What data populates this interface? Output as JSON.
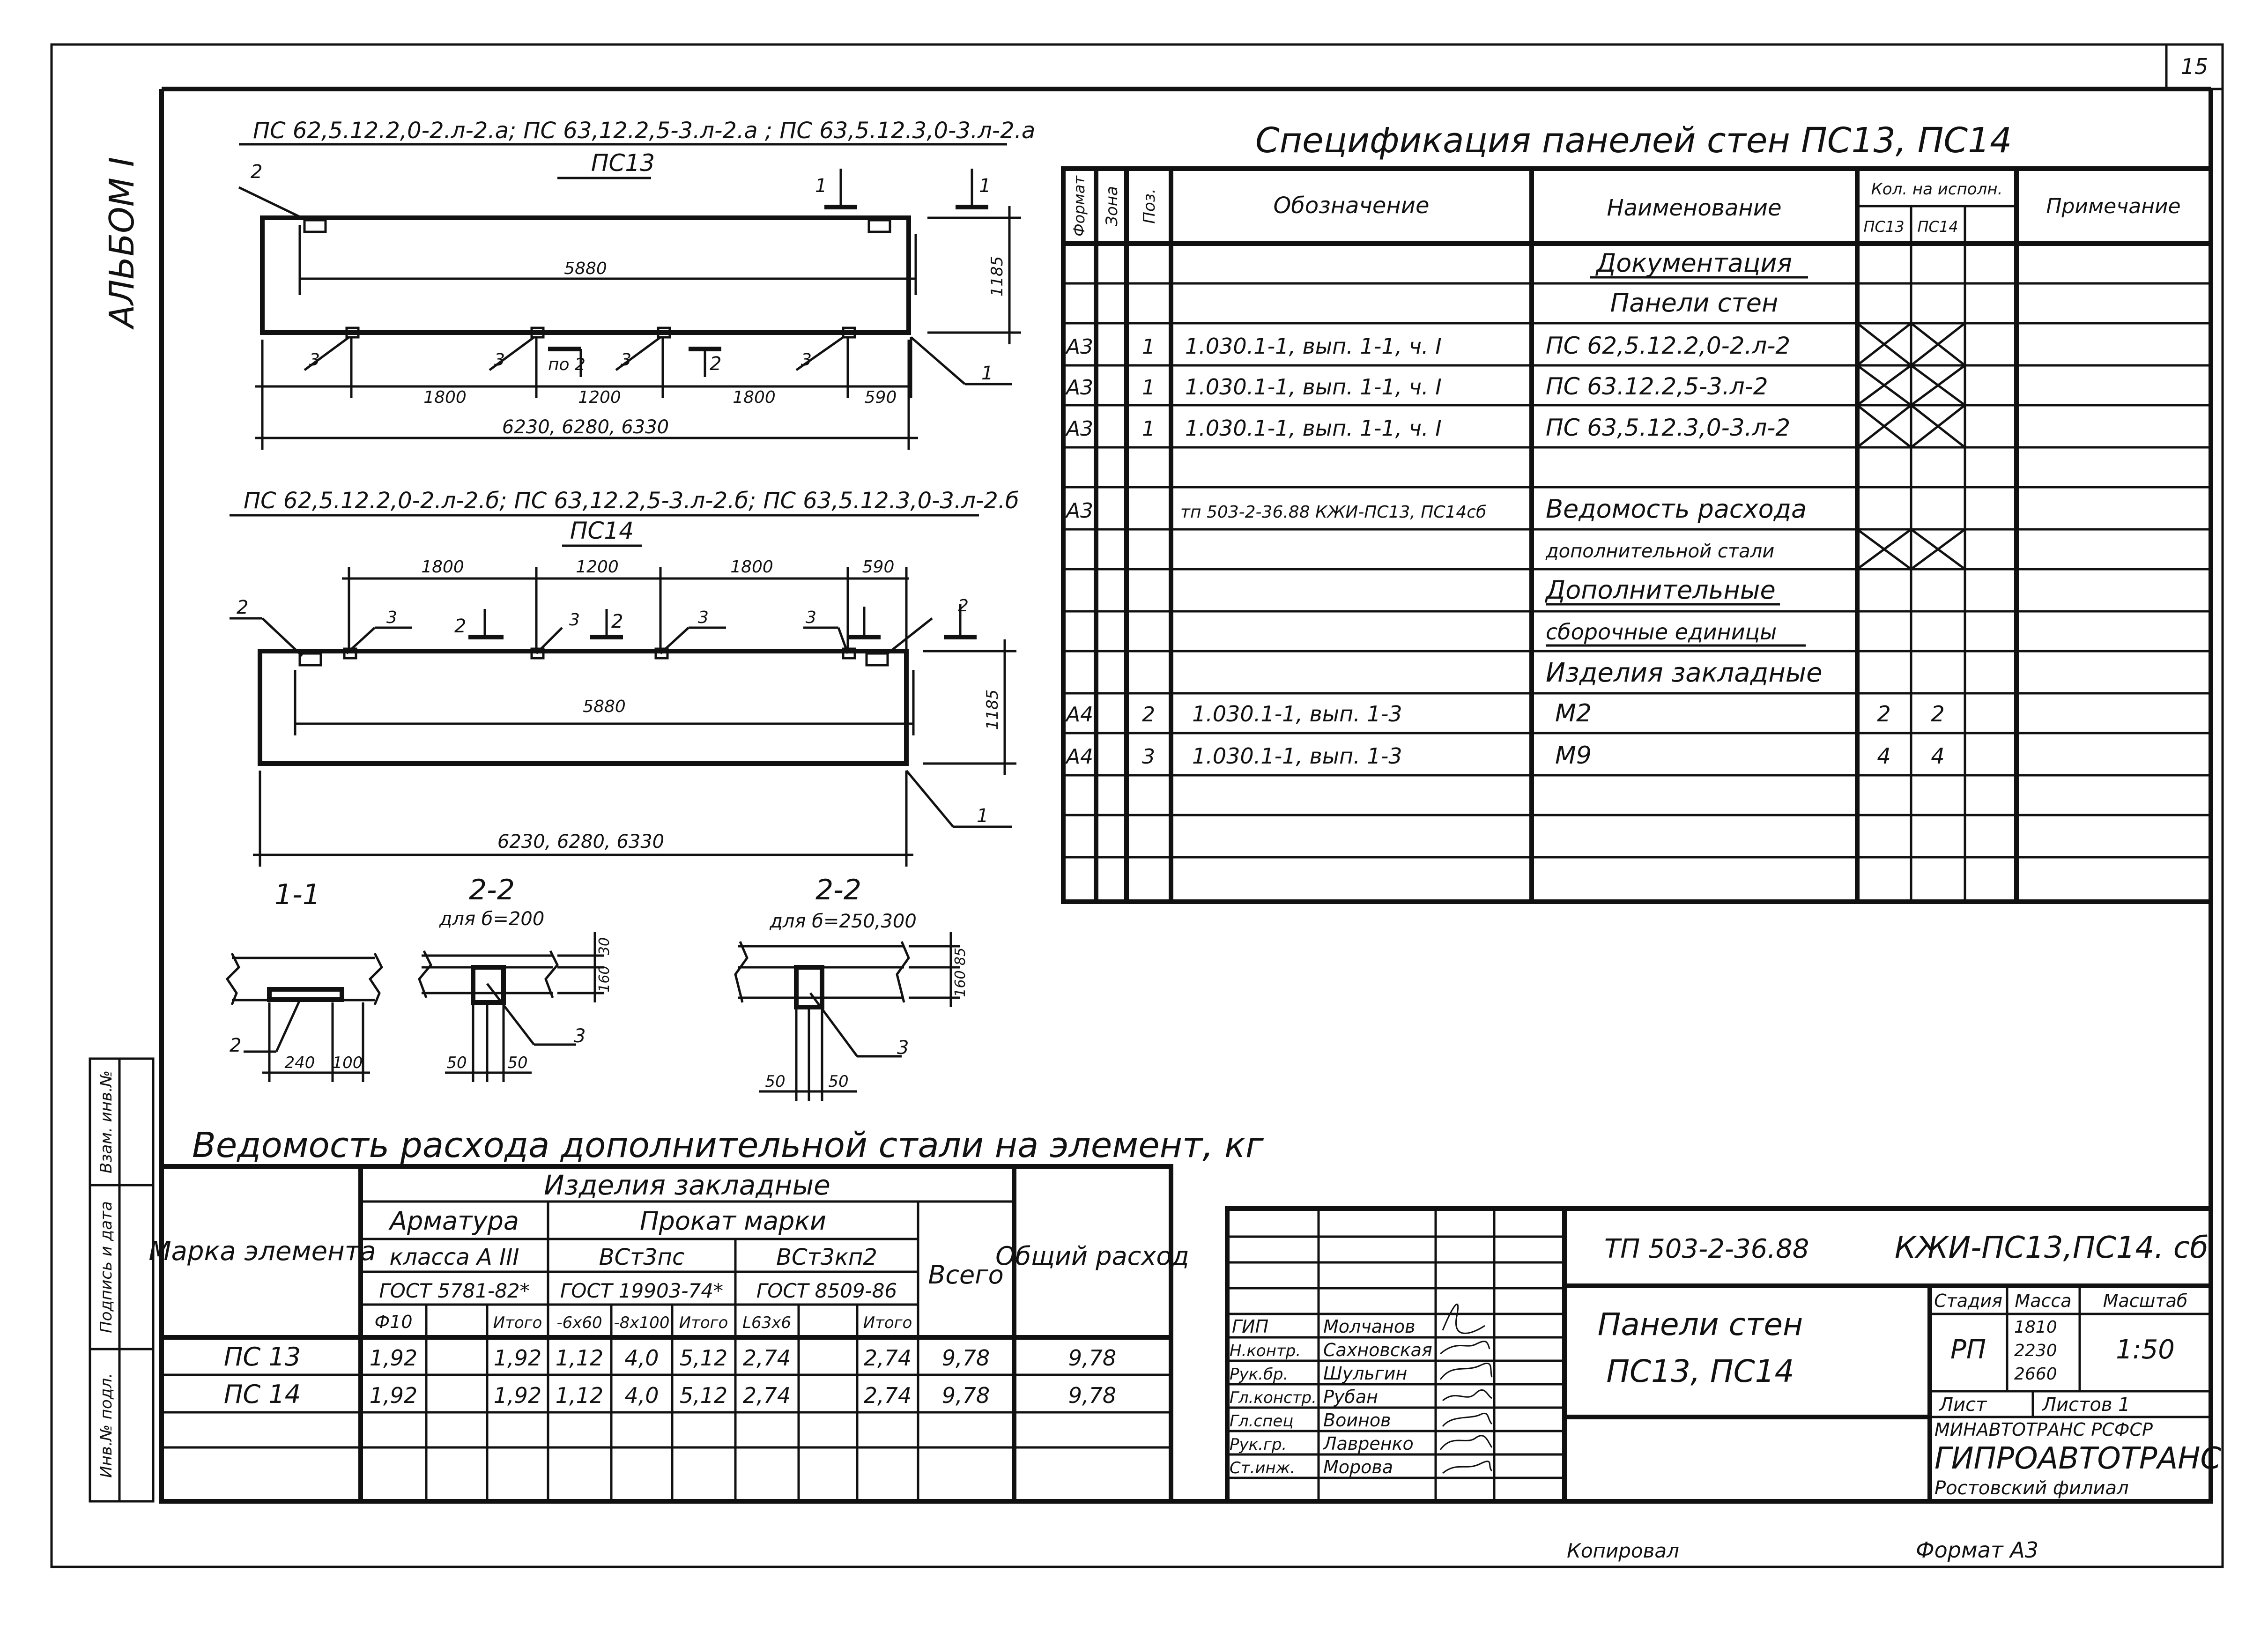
{
  "sheet": {
    "number": "15",
    "format": "Формат А3",
    "copied": "Копировал"
  },
  "album": "АЛЬБОМ I",
  "side_labels": [
    "Инв.№ подл.",
    "Подпись и дата",
    "Взам. инв.№"
  ],
  "ps13": {
    "header": "ПС 62,5.12.2,0-2.л-2.а; ПС 63,12.2,5-3.л-2.а ; ПС 63,5.12.3,0-3.л-2.а",
    "name": "ПС13",
    "dim_inner": "5880",
    "dim_height": "1185",
    "dims_bottom": [
      "1800",
      "1200",
      "1800",
      "590"
    ],
    "dim_total": "6230, 6280, 6330",
    "mark_labels": [
      "2",
      "3",
      "3",
      "3",
      "3",
      "1",
      "по 2",
      "2",
      "1",
      "1"
    ]
  },
  "ps14": {
    "header": "ПС 62,5.12.2,0-2.л-2.б; ПС 63,12.2,5-3.л-2.б; ПС 63,5.12.3,0-3.л-2.б",
    "name": "ПС14",
    "dims_top": [
      "1800",
      "1200",
      "1800",
      "590"
    ],
    "dim_inner": "5880",
    "dim_height": "1185",
    "dim_total": "6230, 6280, 6330",
    "mark_labels": [
      "2",
      "3",
      "2",
      "3",
      "2",
      "3",
      "3",
      "2",
      "1"
    ]
  },
  "sections": {
    "s11": {
      "title": "1-1",
      "dims": [
        "240",
        "100"
      ],
      "callout": "2"
    },
    "s22a": {
      "title": "2-2",
      "sub": "для б=200",
      "dims": [
        "50",
        "50",
        "30",
        "160"
      ],
      "callout": "3"
    },
    "s22b": {
      "title": "2-2",
      "sub": "для б=250,300",
      "dims": [
        "50",
        "50",
        "85",
        "160"
      ],
      "callout": "3"
    }
  },
  "spec": {
    "title": "Спецификация панелей стен ПС13, ПС14",
    "headers": {
      "format": "Формат",
      "zone": "Зона",
      "pos": "Поз.",
      "designation": "Обозначение",
      "name": "Наименование",
      "qty": "Кол. на исполн.",
      "qty_a": "ПС13",
      "qty_b": "ПС14",
      "note": "Примечание"
    },
    "rows": [
      {
        "format": "",
        "pos": "",
        "designation": "",
        "name": "Документация",
        "qa": "",
        "qb": ""
      },
      {
        "format": "",
        "pos": "",
        "designation": "",
        "name": "Панели стен",
        "qa": "",
        "qb": ""
      },
      {
        "format": "А3",
        "pos": "1",
        "designation": "1.030.1-1, вып. 1-1, ч. I",
        "name": "ПС 62,5.12.2,0-2.л-2",
        "qa": "",
        "qb": ""
      },
      {
        "format": "А3",
        "pos": "1",
        "designation": "1.030.1-1, вып. 1-1, ч. I",
        "name": "ПС 63.12.2,5-3.л-2",
        "qa": "",
        "qb": ""
      },
      {
        "format": "А3",
        "pos": "1",
        "designation": "1.030.1-1, вып. 1-1, ч. I",
        "name": "ПС 63,5.12.3,0-3.л-2",
        "qa": "",
        "qb": ""
      },
      {
        "format": "",
        "pos": "",
        "designation": "",
        "name": "",
        "qa": "",
        "qb": ""
      },
      {
        "format": "А3",
        "pos": "",
        "designation": "тп 503-2-36.88 КЖИ-ПС13, ПС14сб",
        "name": "Ведомость расхода",
        "qa": "",
        "qb": ""
      },
      {
        "format": "",
        "pos": "",
        "designation": "",
        "name": "дополнительной стали",
        "qa": "",
        "qb": ""
      },
      {
        "format": "",
        "pos": "",
        "designation": "",
        "name": "Дополнительные",
        "qa": "",
        "qb": ""
      },
      {
        "format": "",
        "pos": "",
        "designation": "",
        "name": "сборочные единицы",
        "qa": "",
        "qb": ""
      },
      {
        "format": "",
        "pos": "",
        "designation": "",
        "name": "Изделия закладные",
        "qa": "",
        "qb": ""
      },
      {
        "format": "А4",
        "pos": "2",
        "designation": "1.030.1-1, вып. 1-3",
        "name": "М2",
        "qa": "2",
        "qb": "2"
      },
      {
        "format": "А4",
        "pos": "3",
        "designation": "1.030.1-1, вып. 1-3",
        "name": "М9",
        "qa": "4",
        "qb": "4"
      },
      {
        "format": "",
        "pos": "",
        "designation": "",
        "name": "",
        "qa": "",
        "qb": ""
      },
      {
        "format": "",
        "pos": "",
        "designation": "",
        "name": "",
        "qa": "",
        "qb": ""
      },
      {
        "format": "",
        "pos": "",
        "designation": "",
        "name": "",
        "qa": "",
        "qb": ""
      }
    ]
  },
  "steel": {
    "title": "Ведомость расхода дополнительной стали на элемент, кг",
    "h_mark": "Марка элемента",
    "h_items": "Изделия закладные",
    "h_arm": "Арматура",
    "h_arm_class": "класса А III",
    "h_arm_gost": "ГОСТ 5781-82*",
    "h_prokat": "Прокат марки",
    "h_st1": "ВСт3пс",
    "h_st1_gost": "ГОСТ 19903-74*",
    "h_st2": "ВСт3кп2",
    "h_st2_gost": "ГОСТ 8509-86",
    "h_total": "Всего",
    "h_general": "Общий расход",
    "sub": [
      "Ф10",
      "",
      "Итого",
      "-6x60",
      "-8x100",
      "Итого",
      "L63x6",
      "",
      "Итого"
    ],
    "rows": [
      {
        "mark": "ПС 13",
        "cells": [
          "1,92",
          "",
          "1,92",
          "1,12",
          "4,0",
          "5,12",
          "2,74",
          "",
          "2,74"
        ],
        "total": "9,78",
        "general": "9,78"
      },
      {
        "mark": "ПС 14",
        "cells": [
          "1,92",
          "",
          "1,92",
          "1,12",
          "4,0",
          "5,12",
          "2,74",
          "",
          "2,74"
        ],
        "total": "9,78",
        "general": "9,78"
      }
    ]
  },
  "stamp": {
    "code": "ТП 503-2-36.88",
    "doc": "КЖИ-ПС13,ПС14. сб",
    "title_1": "Панели стен",
    "title_2": "ПС13, ПС14",
    "stage_h": "Стадия",
    "mass_h": "Масса",
    "scale_h": "Масштаб",
    "stage": "РП",
    "masses": [
      "1810",
      "2230",
      "2660"
    ],
    "scale": "1:50",
    "sheet_h": "Лист",
    "sheets_h": "Листов 1",
    "org_1": "МИНАВТОТРАНС РСФСР",
    "org_2": "ГИПРОАВТОТРАНС",
    "org_3": "Ростовский филиал",
    "people": [
      {
        "role": "ГИП",
        "name": "Молчанов"
      },
      {
        "role": "Н.контр.",
        "name": "Сахновская"
      },
      {
        "role": "Рук.бр.",
        "name": "Шульгин"
      },
      {
        "role": "Гл.констр.",
        "name": "Рубан"
      },
      {
        "role": "Гл.спец",
        "name": "Воинов"
      },
      {
        "role": "Рук.гр.",
        "name": "Лавренко"
      },
      {
        "role": "Ст.инж.",
        "name": "Морова"
      }
    ]
  }
}
